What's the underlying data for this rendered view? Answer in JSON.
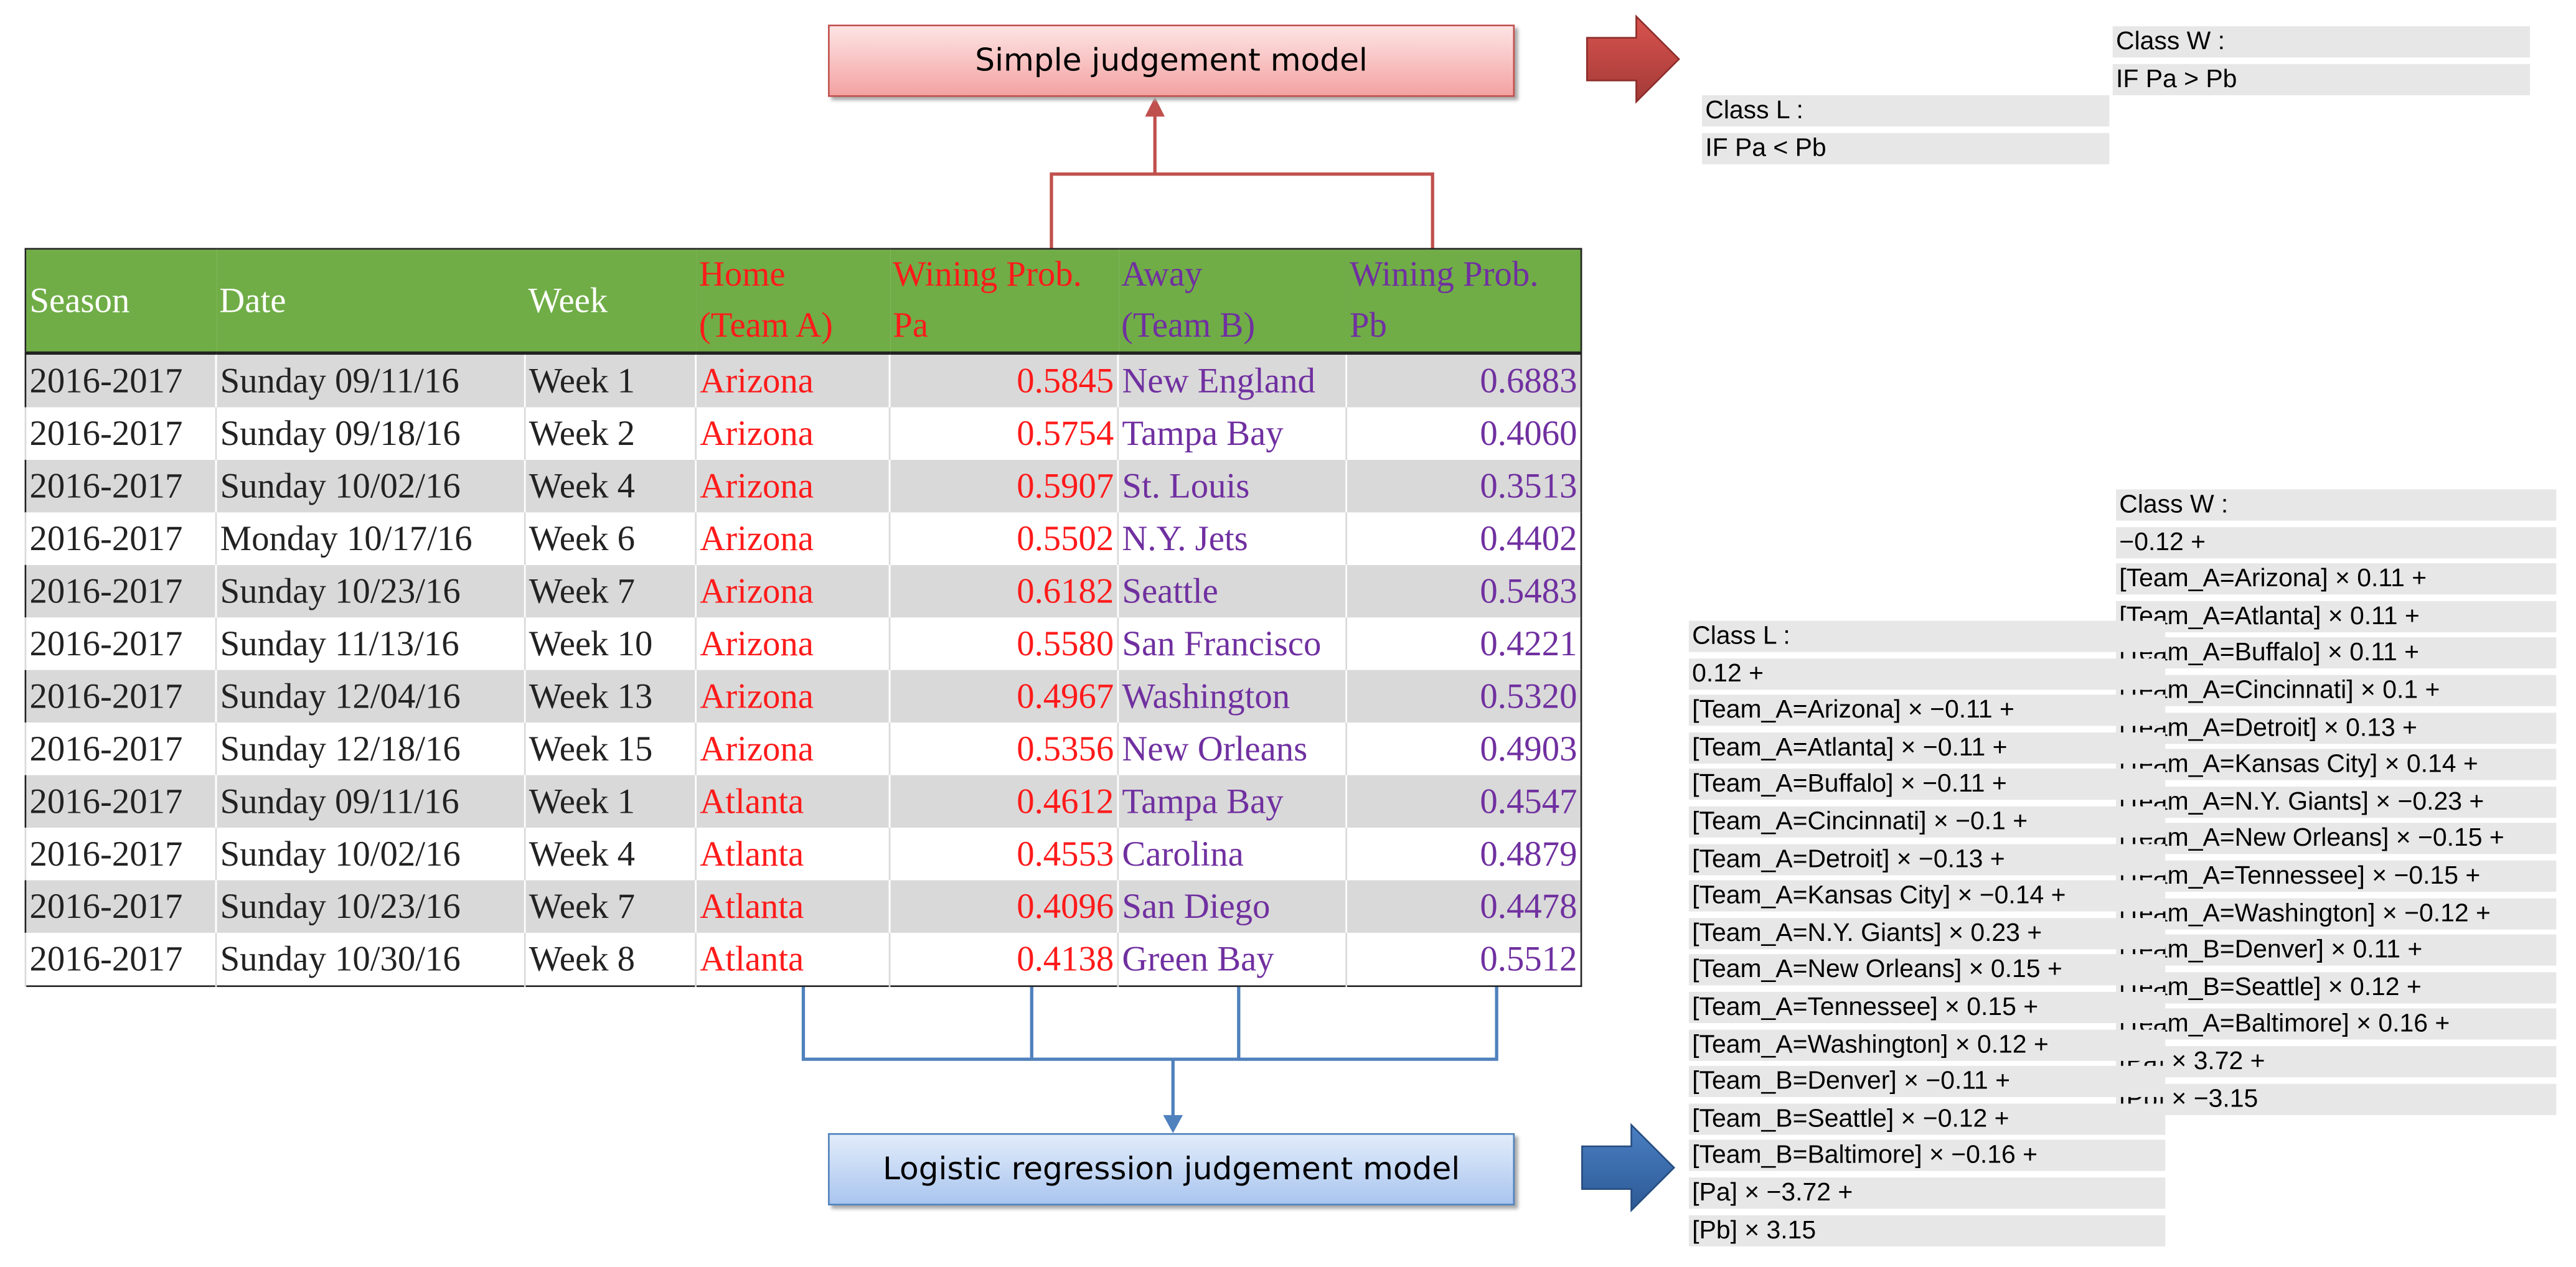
{
  "simple_model": {
    "label": "Simple judgement model"
  },
  "logistic_model": {
    "label": "Logistic regression judgement model"
  },
  "table": {
    "headers": [
      {
        "line1": "Season",
        "line2": ""
      },
      {
        "line1": "Date",
        "line2": ""
      },
      {
        "line1": "Week",
        "line2": ""
      },
      {
        "line1": "Home",
        "line2": "(Team A)"
      },
      {
        "line1": "Wining Prob.",
        "line2": "Pa"
      },
      {
        "line1": "Away",
        "line2": "(Team B)"
      },
      {
        "line1": "Wining Prob.",
        "line2": "Pb"
      }
    ],
    "rows": [
      [
        "2016-2017",
        "Sunday 09/11/16",
        "Week 1",
        "Arizona",
        "0.5845",
        "New England",
        "0.6883"
      ],
      [
        "2016-2017",
        "Sunday 09/18/16",
        "Week 2",
        "Arizona",
        "0.5754",
        "Tampa Bay",
        "0.4060"
      ],
      [
        "2016-2017",
        "Sunday 10/02/16",
        "Week 4",
        "Arizona",
        "0.5907",
        "St. Louis",
        "0.3513"
      ],
      [
        "2016-2017",
        "Monday 10/17/16",
        "Week 6",
        "Arizona",
        "0.5502",
        "N.Y. Jets",
        "0.4402"
      ],
      [
        "2016-2017",
        "Sunday 10/23/16",
        "Week 7",
        "Arizona",
        "0.6182",
        "Seattle",
        "0.5483"
      ],
      [
        "2016-2017",
        "Sunday 11/13/16",
        "Week 10",
        "Arizona",
        "0.5580",
        "San Francisco",
        "0.4221"
      ],
      [
        "2016-2017",
        "Sunday 12/04/16",
        "Week 13",
        "Arizona",
        "0.4967",
        "Washington",
        "0.5320"
      ],
      [
        "2016-2017",
        "Sunday 12/18/16",
        "Week 15",
        "Arizona",
        "0.5356",
        "New Orleans",
        "0.4903"
      ],
      [
        "2016-2017",
        "Sunday 09/11/16",
        "Week 1",
        "Atlanta",
        "0.4612",
        "Tampa Bay",
        "0.4547"
      ],
      [
        "2016-2017",
        "Sunday 10/02/16",
        "Week 4",
        "Atlanta",
        "0.4553",
        "Carolina",
        "0.4879"
      ],
      [
        "2016-2017",
        "Sunday 10/23/16",
        "Week 7",
        "Atlanta",
        "0.4096",
        "San Diego",
        "0.4478"
      ],
      [
        "2016-2017",
        "Sunday 10/30/16",
        "Week 8",
        "Atlanta",
        "0.4138",
        "Green Bay",
        "0.5512"
      ]
    ]
  },
  "simple_rules": {
    "class_w": [
      "Class W :",
      "IF Pa > Pb"
    ],
    "class_l": [
      "Class L :",
      "IF Pa < Pb"
    ]
  },
  "logistic_rules": {
    "class_w": [
      "Class W :",
      "−0.12 +",
      "[Team_A=Arizona] × 0.11 +",
      "[Team_A=Atlanta] × 0.11 +",
      "[Team_A=Buffalo] × 0.11 +",
      "[Team_A=Cincinnati] × 0.1  +",
      "[Team_A=Detroit] × 0.13 +",
      "[Team_A=Kansas City] × 0.14 +",
      "[Team_A=N.Y. Giants] × −0.23 +",
      "[Team_A=New Orleans] × −0.15 +",
      "[Team_A=Tennessee] × −0.15 +",
      "[Team_A=Washington] × −0.12 +",
      "[Team_B=Denver] × 0.11 +",
      "[Team_B=Seattle] × 0.12 +",
      "[Team_A=Baltimore] × 0.16 +",
      "[Pa] × 3.72 +",
      "[Pb] × −3.15"
    ],
    "class_l": [
      "Class L :",
      "0.12 +",
      "[Team_A=Arizona] × −0.11 +",
      "[Team_A=Atlanta] × −0.11 +",
      "[Team_A=Buffalo] × −0.11 +",
      "[Team_A=Cincinnati] × −0.1 +",
      "[Team_A=Detroit] × −0.13 +",
      "[Team_A=Kansas City] × −0.14 +",
      "[Team_A=N.Y. Giants] × 0.23 +",
      "[Team_A=New Orleans] × 0.15 +",
      "[Team_A=Tennessee] × 0.15 +",
      "[Team_A=Washington] × 0.12 +",
      "[Team_B=Denver] × −0.11 +",
      "[Team_B=Seattle] × −0.12 +",
      "[Team_B=Baltimore] × −0.16 +",
      "[Pa] × −3.72 +",
      "[Pb] × 3.15"
    ]
  },
  "colors": {
    "header_bg": "#70ad47",
    "team_a": "#ff1a1a",
    "team_b": "#7030a0",
    "simple_accent": "#c0504d",
    "logistic_accent": "#4f81bd"
  }
}
